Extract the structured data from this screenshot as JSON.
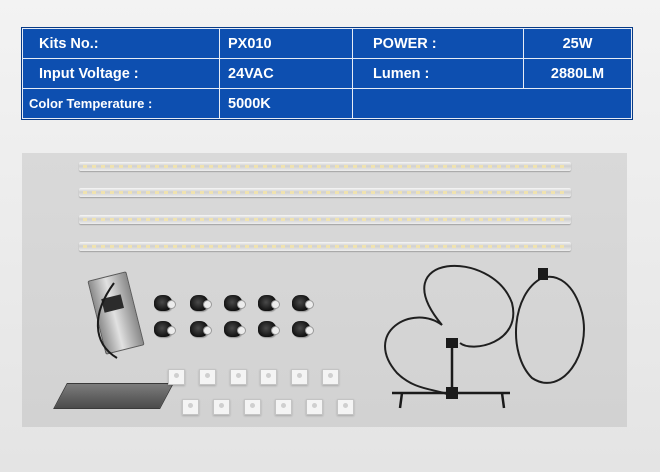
{
  "specs": {
    "kits_label": "Kits No.:",
    "kits_value": "PX010",
    "power_label": "POWER :",
    "power_value": "25W",
    "voltage_label": "Input Voltage :",
    "voltage_value": "24VAC",
    "lumen_label": "Lumen :",
    "lumen_value": "2880LM",
    "color_temp_label": "Color Temperature :",
    "color_temp_value": "5000K"
  },
  "colors": {
    "table_background": "#0d4fb0",
    "table_text": "#ffffff",
    "photo_background": "#d6d6d6"
  }
}
